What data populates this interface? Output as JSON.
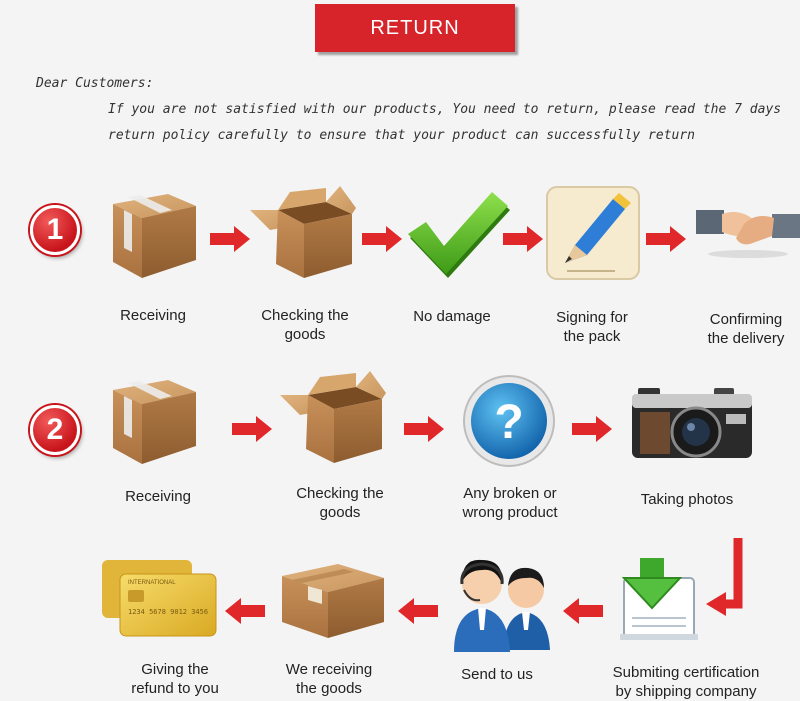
{
  "banner": {
    "title": "RETURN"
  },
  "intro": {
    "greeting": "Dear Customers:",
    "line1": "If you are not satisfied with our products, You need to return, please read the 7 days",
    "line2": "return policy carefully to ensure that your product can successfully return"
  },
  "row1": {
    "number": "1",
    "steps": [
      {
        "line1": "Receiving",
        "line2": ""
      },
      {
        "line1": "Checking the",
        "line2": "goods"
      },
      {
        "line1": "No damage",
        "line2": ""
      },
      {
        "line1": "Signing for",
        "line2": "the pack"
      },
      {
        "line1": "Confirming",
        "line2": "the delivery"
      }
    ]
  },
  "row2": {
    "number": "2",
    "steps": [
      {
        "line1": "Receiving",
        "line2": ""
      },
      {
        "line1": "Checking the",
        "line2": "goods"
      },
      {
        "line1": "Any broken or",
        "line2": "wrong product"
      },
      {
        "line1": "Taking photos",
        "line2": ""
      }
    ]
  },
  "row3": {
    "steps": [
      {
        "line1": "Giving the",
        "line2": "refund to you"
      },
      {
        "line1": "We receiving",
        "line2": "the goods"
      },
      {
        "line1": "Send to us",
        "line2": ""
      },
      {
        "line1": "Submiting certification",
        "line2": "by shipping company"
      }
    ]
  },
  "icons": {
    "question_mark": "?",
    "card_brand": "INTERNATIONAL",
    "card_number": "1234 5678 9012 3456"
  },
  "colors": {
    "accent": "#d7232a",
    "check": "#5cb82a",
    "question": "#1f86c8"
  }
}
